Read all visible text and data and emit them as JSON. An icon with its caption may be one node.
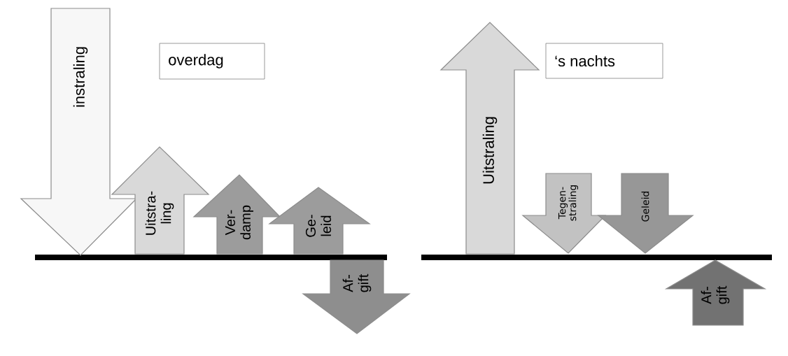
{
  "diagram": {
    "nodes": [
      {
        "text": [
          "instraling"
        ]
      },
      {
        "text": [
          "overdag"
        ]
      },
      {
        "text": [
          "Uitstra- ling"
        ]
      },
      {
        "text": [
          "Ver- damp"
        ]
      },
      {
        "text": [
          "Ge- leid"
        ]
      },
      {
        "text": [
          "Af- gift"
        ]
      },
      {
        "text": [
          "Uitstraling"
        ]
      },
      {
        "text": [
          "‘s nachts"
        ]
      },
      {
        "text": [
          "Tegen- straling"
        ]
      },
      {
        "text": [
          "Geleid"
        ]
      },
      {
        "text": [
          "Af- gift"
        ]
      }
    ]
  }
}
